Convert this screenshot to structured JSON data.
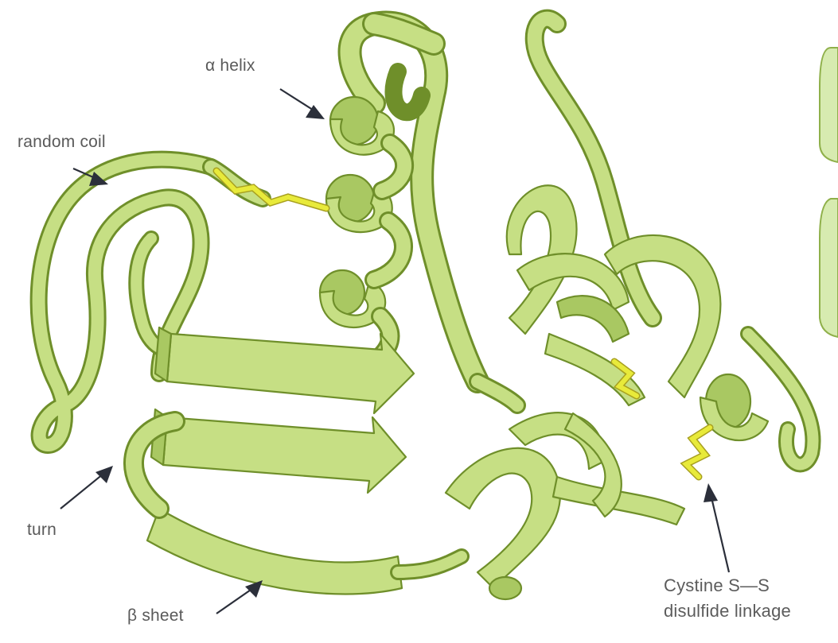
{
  "labels": {
    "alpha_helix": "α helix",
    "random_coil": "random coil",
    "turn": "turn",
    "beta_sheet": "β sheet",
    "cystine_line1": "Cystine S—S",
    "cystine_line2": "disulfide linkage"
  },
  "colors": {
    "ribbon_fill": "#c6df84",
    "ribbon_shade": "#a9c862",
    "ribbon_outline": "#6f8f2a",
    "disulfide": "#e8ea3a",
    "arrow": "#2b2f3a",
    "label_text": "#5a5a5a",
    "side_panel": "#d7ebb0"
  }
}
